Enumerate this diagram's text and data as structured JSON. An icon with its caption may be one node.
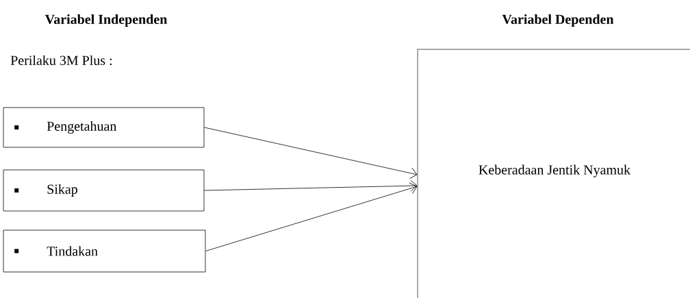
{
  "diagram": {
    "nodes": [
      {
        "text": [
          "Pengetahuan"
        ]
      },
      {
        "text": [
          "Sikap"
        ]
      },
      {
        "text": [
          "Tindakan"
        ]
      },
      {
        "text": [
          "Keberadaan Jentik Nyamuk"
        ]
      }
    ],
    "edges": [
      {
        "from": 0,
        "to": 3,
        "arrow": "to"
      },
      {
        "from": 1,
        "to": 3,
        "arrow": "to"
      },
      {
        "from": 2,
        "to": 3,
        "arrow": "to"
      }
    ],
    "labels": [
      "Variabel Independen",
      "Variabel Dependen",
      "Perilaku 3M Plus :"
    ]
  }
}
